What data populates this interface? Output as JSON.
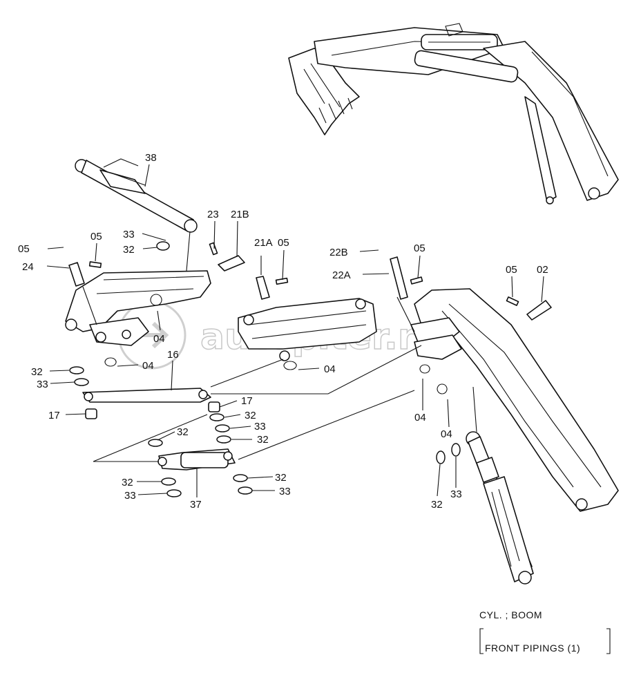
{
  "watermark": "autopiter.ru",
  "caption": {
    "line1": "CYL. ; BOOM",
    "line2": "FRONT PIPINGS (1)"
  },
  "part_labels": [
    "38",
    "33",
    "32",
    "05",
    "23",
    "21B",
    "05",
    "21A",
    "24",
    "05",
    "22B",
    "05",
    "22A",
    "05",
    "02",
    "04",
    "04",
    "16",
    "04",
    "32",
    "33",
    "17",
    "17",
    "32",
    "33",
    "32",
    "32",
    "04",
    "04",
    "32",
    "33",
    "32",
    "33",
    "37",
    "32",
    "33"
  ]
}
